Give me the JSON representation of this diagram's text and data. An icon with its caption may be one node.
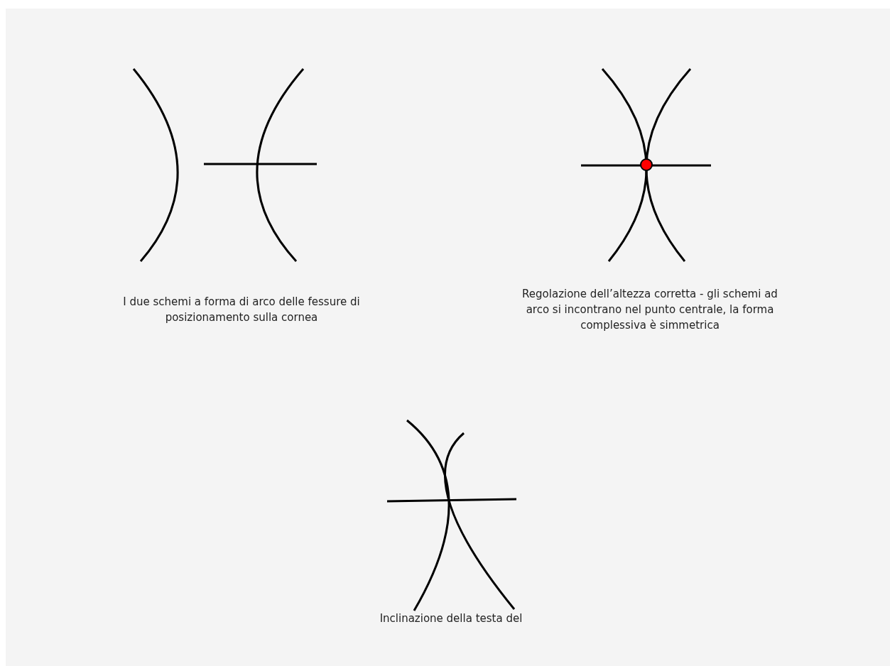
{
  "diagram": {
    "labels": [
      "I due schemi a forma di arco delle fessure di posizionamento sulla cornea",
      "Regolazione dell’altezza corretta - gli schemi ad arco si incontrano nel punto centrale, la forma complessiva è simmetrica",
      "Inclinazione della testa del"
    ]
  }
}
